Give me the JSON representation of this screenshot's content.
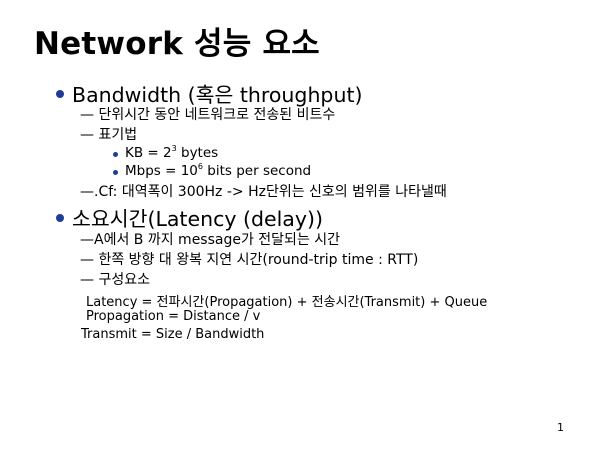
{
  "slide": {
    "title": "Network 성능 요소",
    "bandwidth": {
      "heading": "Bandwidth (혹은 throughput)",
      "items": [
        "단위시간  동안 네트워크로 전송된 비트수",
        "표기법"
      ],
      "notation": {
        "kb_prefix": "KB = 2",
        "kb_exp": "3",
        "kb_suffix": " bytes",
        "mbps_prefix": "Mbps = 10",
        "mbps_exp": "6",
        "mbps_suffix": " bits per second"
      },
      "cf": ".Cf: 대역폭이 300Hz -> Hz단위는 신호의 범위를 나타낼때"
    },
    "latency": {
      "heading": "소요시간(Latency (delay))",
      "items": [
        "A에서 B 까지 message가 전달되는 시간",
        "한쪽 방향 대 왕복 지연 시간(round-trip time : RTT)",
        "구성요소"
      ],
      "formulas": [
        "Latency = 전파시간(Propagation) + 전송시간(Transmit) + Queue",
        "Propagation = Distance / v",
        "Transmit = Size / Bandwidth"
      ]
    },
    "page_number": "1"
  }
}
